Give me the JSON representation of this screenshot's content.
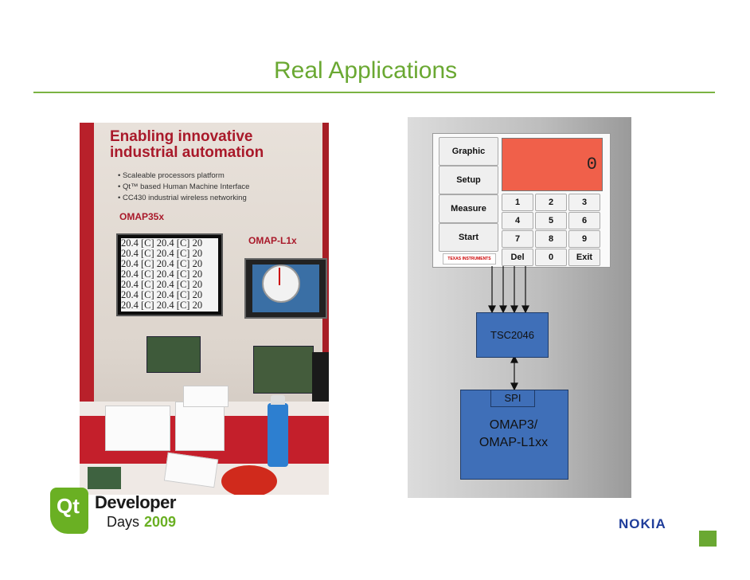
{
  "slide": {
    "title": "Real Applications"
  },
  "photo": {
    "banner": "Enabling innovative industrial automation",
    "bullets": [
      "Scaleable processors platform",
      "Qt™ based Human Machine Interface",
      "CC430 industrial wireless networking"
    ],
    "omap35_label": "OMAP35x",
    "omapl1_label": "OMAP-L1x",
    "monitor_text": "20.4 [C] 20.4 [C] 20"
  },
  "ui_panel": {
    "buttons": [
      "Graphic",
      "Setup",
      "Measure",
      "Start"
    ],
    "keys": [
      "1",
      "2",
      "3",
      "4",
      "5",
      "6",
      "7",
      "8",
      "9",
      "Del",
      "0",
      "Exit"
    ],
    "display_value": "0",
    "logo_text": "TEXAS INSTRUMENTS"
  },
  "diagram": {
    "controller_label": "TSC2046",
    "interface_label": "SPI",
    "processor_label_line1": "OMAP3/",
    "processor_label_line2": "OMAP-L1xx"
  },
  "branding": {
    "qt_mark": "Qt",
    "event_line1": "Developer",
    "event_line2": "Days",
    "event_year": "2009",
    "company": "NOKIA"
  }
}
